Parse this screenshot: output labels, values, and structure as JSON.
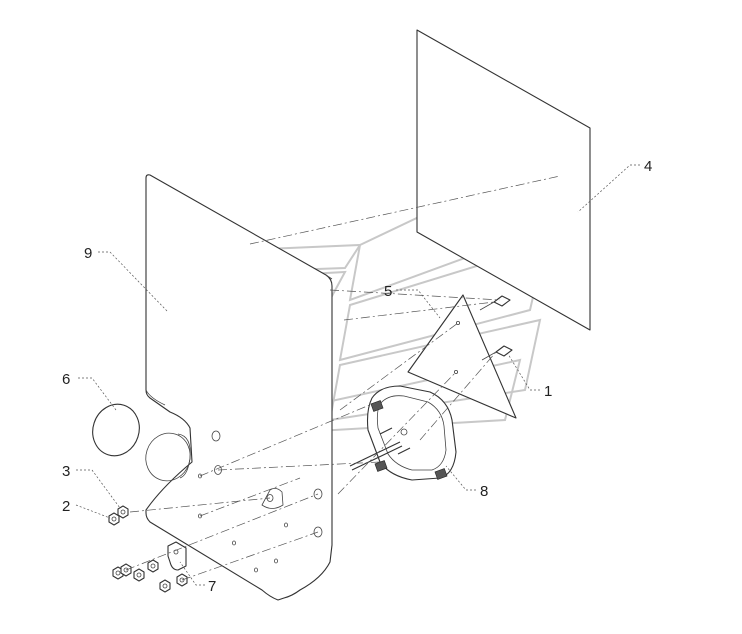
{
  "callouts": [
    {
      "id": "1",
      "text": "1"
    },
    {
      "id": "2",
      "text": "2"
    },
    {
      "id": "3",
      "text": "3"
    },
    {
      "id": "4",
      "text": "4"
    },
    {
      "id": "5",
      "text": "5"
    },
    {
      "id": "6",
      "text": "6"
    },
    {
      "id": "7",
      "text": "7"
    },
    {
      "id": "8",
      "text": "8"
    },
    {
      "id": "9",
      "text": "9"
    }
  ],
  "colors": {
    "line": "#333333",
    "background": "#ffffff",
    "watermark": "#c8c8c8"
  }
}
